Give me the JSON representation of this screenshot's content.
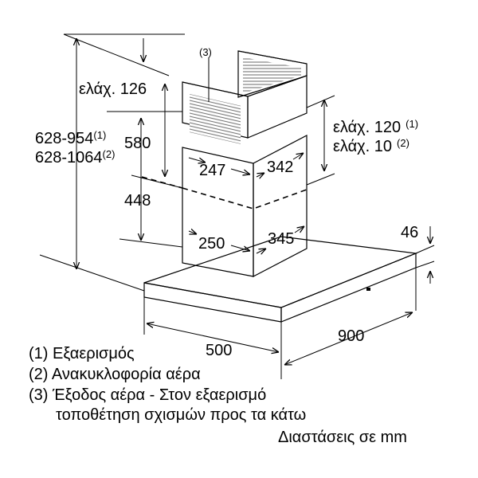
{
  "dimensions": {
    "min_126": "ελάχ. 126",
    "total_height_1": "628-954",
    "total_height_1_ref": "(1)",
    "total_height_2": "628-1064",
    "total_height_2_ref": "(2)",
    "upper_chimney": "580",
    "lower_chimney": "448",
    "upper_width": "247",
    "upper_depth": "342",
    "lower_width": "250",
    "lower_depth": "345",
    "min_120": "ελάχ. 120",
    "min_120_ref": "(1)",
    "min_10": "ελάχ. 10",
    "min_10_ref": "(2)",
    "canopy_height": "46",
    "canopy_depth": "500",
    "canopy_width": "900"
  },
  "callout_outlet": "(3)",
  "legend": {
    "line1": "(1) Εξαερισμός",
    "line2": "(2) Ανακυκλοφορία αέρα",
    "line3": "(3) Έξοδος αέρα - Στον εξαερισμό",
    "line4": "τοποθέτηση σχισμών προς τα κάτω"
  },
  "units_note": "Διαστάσεις σε mm"
}
